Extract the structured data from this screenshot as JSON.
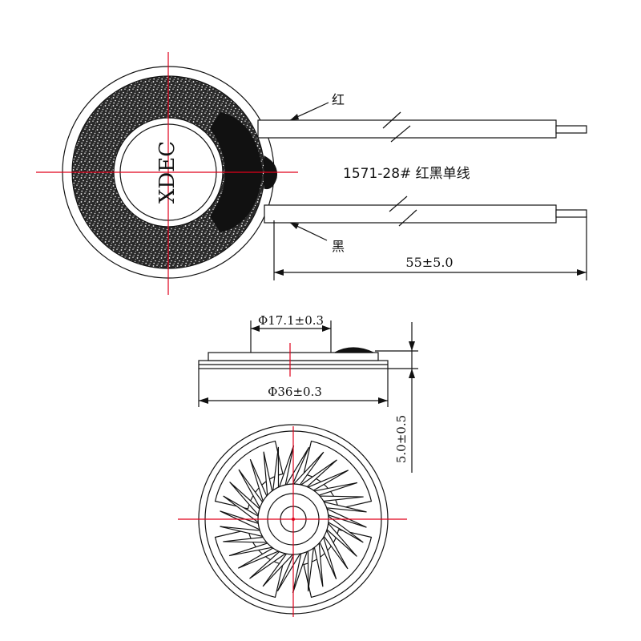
{
  "brand_text": "XDEC",
  "wire_red_label": "红",
  "wire_black_label": "黑",
  "model_label": "1571-28# 红黑单线",
  "lead_length_dim": "55±5.0",
  "inner_diameter_dim": "Φ17.1±0.3",
  "outer_diameter_dim": "Φ36±0.3",
  "height_dim": "5.0±0.5",
  "colors": {
    "line": "#111111",
    "center_mark": "#e0001b",
    "magnet_texture": "#1a1a1a"
  }
}
